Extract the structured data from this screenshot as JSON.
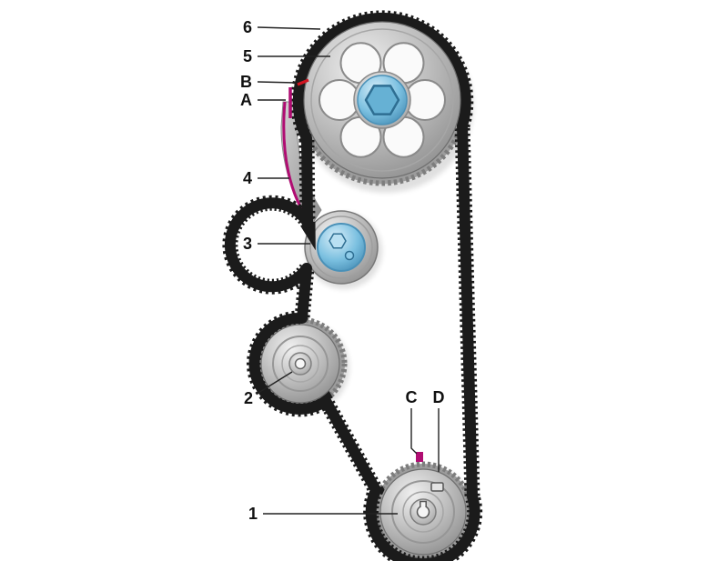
{
  "callouts": {
    "n6": "6",
    "n5": "5",
    "nB": "B",
    "nA": "A",
    "n4": "4",
    "n3": "3",
    "n2": "2",
    "n1": "1",
    "nC": "C",
    "nD": "D"
  },
  "colors": {
    "belt": "#1b1b1b",
    "metal_light": "#f0f0f0",
    "metal_mid": "#bcbcbc",
    "metal_dark": "#8f8f8f",
    "blue_light": "#d8eef9",
    "blue_mid": "#7bc0e0",
    "blue_dark": "#4a91b8",
    "magenta": "#b00d72",
    "red_mark": "#d11420",
    "label_text": "#111111",
    "leader_line": "#222222"
  }
}
